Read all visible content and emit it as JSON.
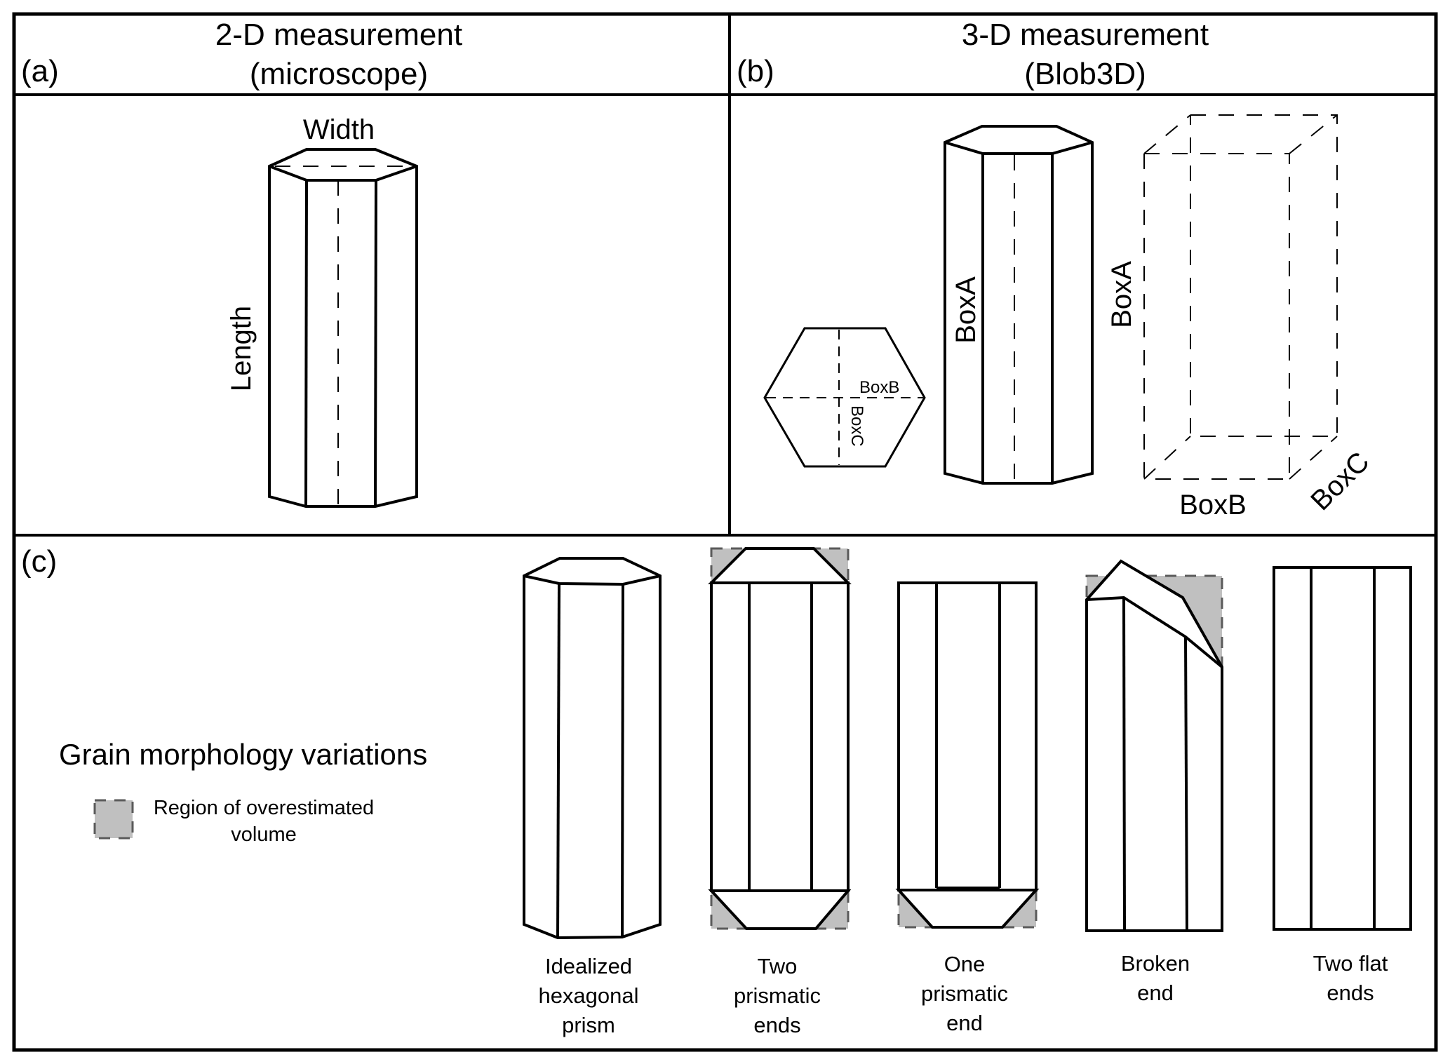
{
  "figure": {
    "panel_a": {
      "letter": "(a)",
      "title_line1": "2-D measurement",
      "title_line2": "(microscope)",
      "width_label": "Width",
      "length_label": "Length"
    },
    "panel_b": {
      "letter": "(b)",
      "title_line1": "3-D measurement",
      "title_line2": "(Blob3D)",
      "hex_boxb_label": "BoxB",
      "hex_boxc_label": "BoxC",
      "prism_boxa_label": "BoxA",
      "box_boxa_label": "BoxA",
      "box_boxb_label": "BoxB",
      "box_boxc_label": "BoxC"
    },
    "panel_c": {
      "letter": "(c)",
      "title": "Grain morphology variations",
      "legend": {
        "line1": "Region of overestimated",
        "line2": "volume",
        "swatch_color": "#c0c0c0"
      },
      "grains": [
        {
          "lines": [
            "Idealized",
            "hexagonal",
            "prism"
          ]
        },
        {
          "lines": [
            "Two",
            "prismatic",
            "ends"
          ]
        },
        {
          "lines": [
            "One",
            "prismatic",
            "end"
          ]
        },
        {
          "lines": [
            "Broken",
            "end"
          ]
        },
        {
          "lines": [
            "Two flat",
            "ends"
          ]
        }
      ]
    }
  }
}
